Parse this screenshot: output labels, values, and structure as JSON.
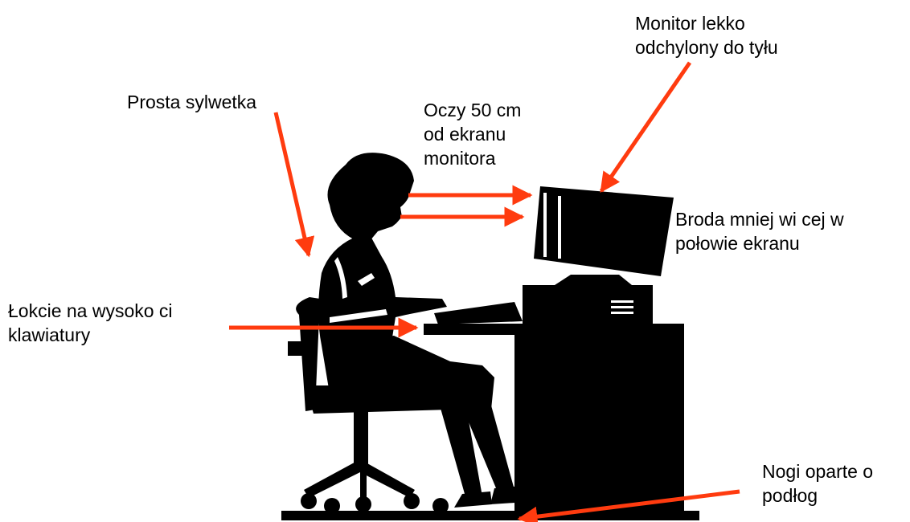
{
  "labels": {
    "monitor_tilt": [
      "Monitor lekko",
      "odchylony do tyłu"
    ],
    "straight_posture": [
      "Prosta sylwetka"
    ],
    "eyes_distance": [
      "Oczy 50 cm",
      "od ekranu",
      "monitora"
    ],
    "chin_level": [
      "Broda mniej wi  cej w",
      "połowie ekranu"
    ],
    "elbows": [
      "Łokcie na wysoko  ci",
      "klawiatury"
    ],
    "feet": [
      "Nogi oparte o",
      "podłog"
    ]
  },
  "colors": {
    "arrow": "#ff3b0f",
    "silhouette": "#000000",
    "background": "#ffffff"
  }
}
